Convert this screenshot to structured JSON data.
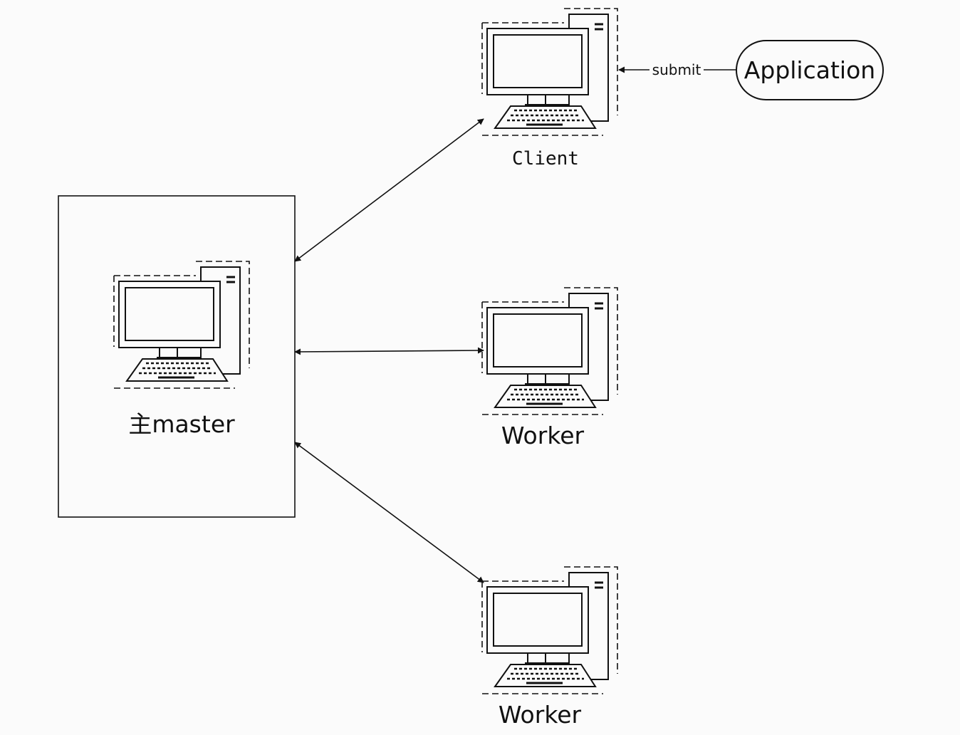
{
  "diagram": {
    "nodes": {
      "master": {
        "label": "主master",
        "icon": "desktop-computer-icon"
      },
      "client": {
        "label": "Client",
        "icon": "desktop-computer-icon"
      },
      "worker1": {
        "label": "Worker",
        "icon": "desktop-computer-icon"
      },
      "worker2": {
        "label": "Worker",
        "icon": "desktop-computer-icon"
      },
      "application": {
        "label": "Application"
      }
    },
    "edges": {
      "submit": {
        "label": "submit",
        "from": "application",
        "to": "client"
      },
      "master_client": {
        "from": "master",
        "to": "client",
        "direction": "both"
      },
      "master_worker1": {
        "from": "master",
        "to": "worker1",
        "direction": "both"
      },
      "master_worker2": {
        "from": "master",
        "to": "worker2",
        "direction": "both"
      }
    },
    "colors": {
      "background": "#fbfbfb",
      "stroke": "#111111"
    }
  }
}
